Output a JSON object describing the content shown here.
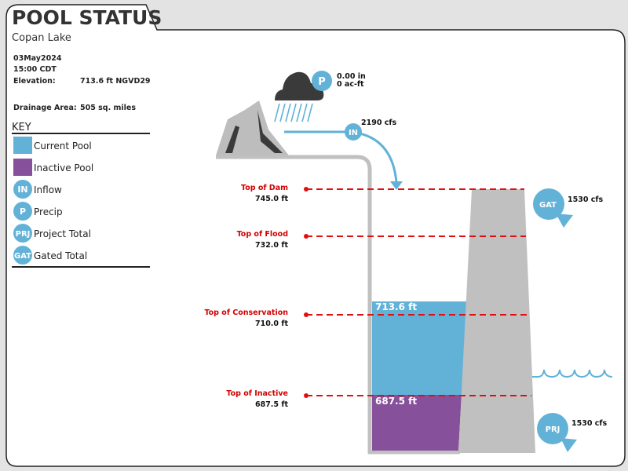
{
  "header": {
    "title": "POOL STATUS",
    "lake": "Copan Lake"
  },
  "info": {
    "date": "03May2024",
    "time": "15:00 CDT",
    "elevation_label": "Elevation:",
    "elevation_value": "713.6 ft NGVD29",
    "drainage_label": "Drainage Area:",
    "drainage_value": "505 sq. miles"
  },
  "key": {
    "title": "KEY",
    "items": [
      {
        "symbol": "",
        "label": "Current Pool"
      },
      {
        "symbol": "",
        "label": "Inactive Pool"
      },
      {
        "symbol": "IN",
        "label": "Inflow"
      },
      {
        "symbol": "P",
        "label": "Precip"
      },
      {
        "symbol": "PRJ",
        "label": "Project Total"
      },
      {
        "symbol": "GAT",
        "label": "Gated Total"
      }
    ]
  },
  "precip": {
    "symbol": "P",
    "inches": "0.00 in",
    "acft": "0 ac-ft"
  },
  "inflow": {
    "symbol": "IN",
    "value": "2190 cfs"
  },
  "gated": {
    "symbol": "GAT",
    "value": "1530 cfs"
  },
  "project": {
    "symbol": "PRJ",
    "value": "1530 cfs"
  },
  "levels": [
    {
      "name": "Top of Dam",
      "value": "745.0 ft"
    },
    {
      "name": "Top of Flood",
      "value": "732.0 ft"
    },
    {
      "name": "Top of Conservation",
      "value": "710.0 ft"
    },
    {
      "name": "Top of Inactive",
      "value": "687.5 ft"
    }
  ],
  "pool": {
    "current": "713.6 ft",
    "inactive": "687.5 ft"
  },
  "colors": {
    "current": "#62b2d8",
    "inactive": "#87509b",
    "dam": "#c0c0c0",
    "line": "#e01010"
  }
}
